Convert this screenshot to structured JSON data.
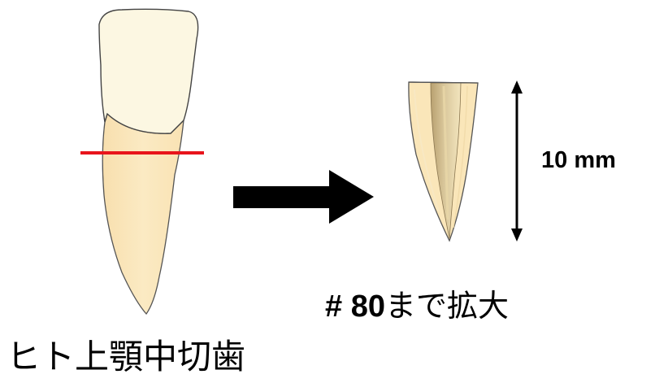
{
  "labels": {
    "tooth": "ヒト上顎中切歯",
    "enlarge_number": "# 80",
    "enlarge_suffix": "まで拡大",
    "length": "10 mm"
  },
  "colors": {
    "crown_fill": "#FCF7E2",
    "root_fill": "#FBE9BC",
    "canal_dark": "#C9B487",
    "cut_line": "#E8141B",
    "outline": "#333333",
    "arrow": "#000000"
  }
}
